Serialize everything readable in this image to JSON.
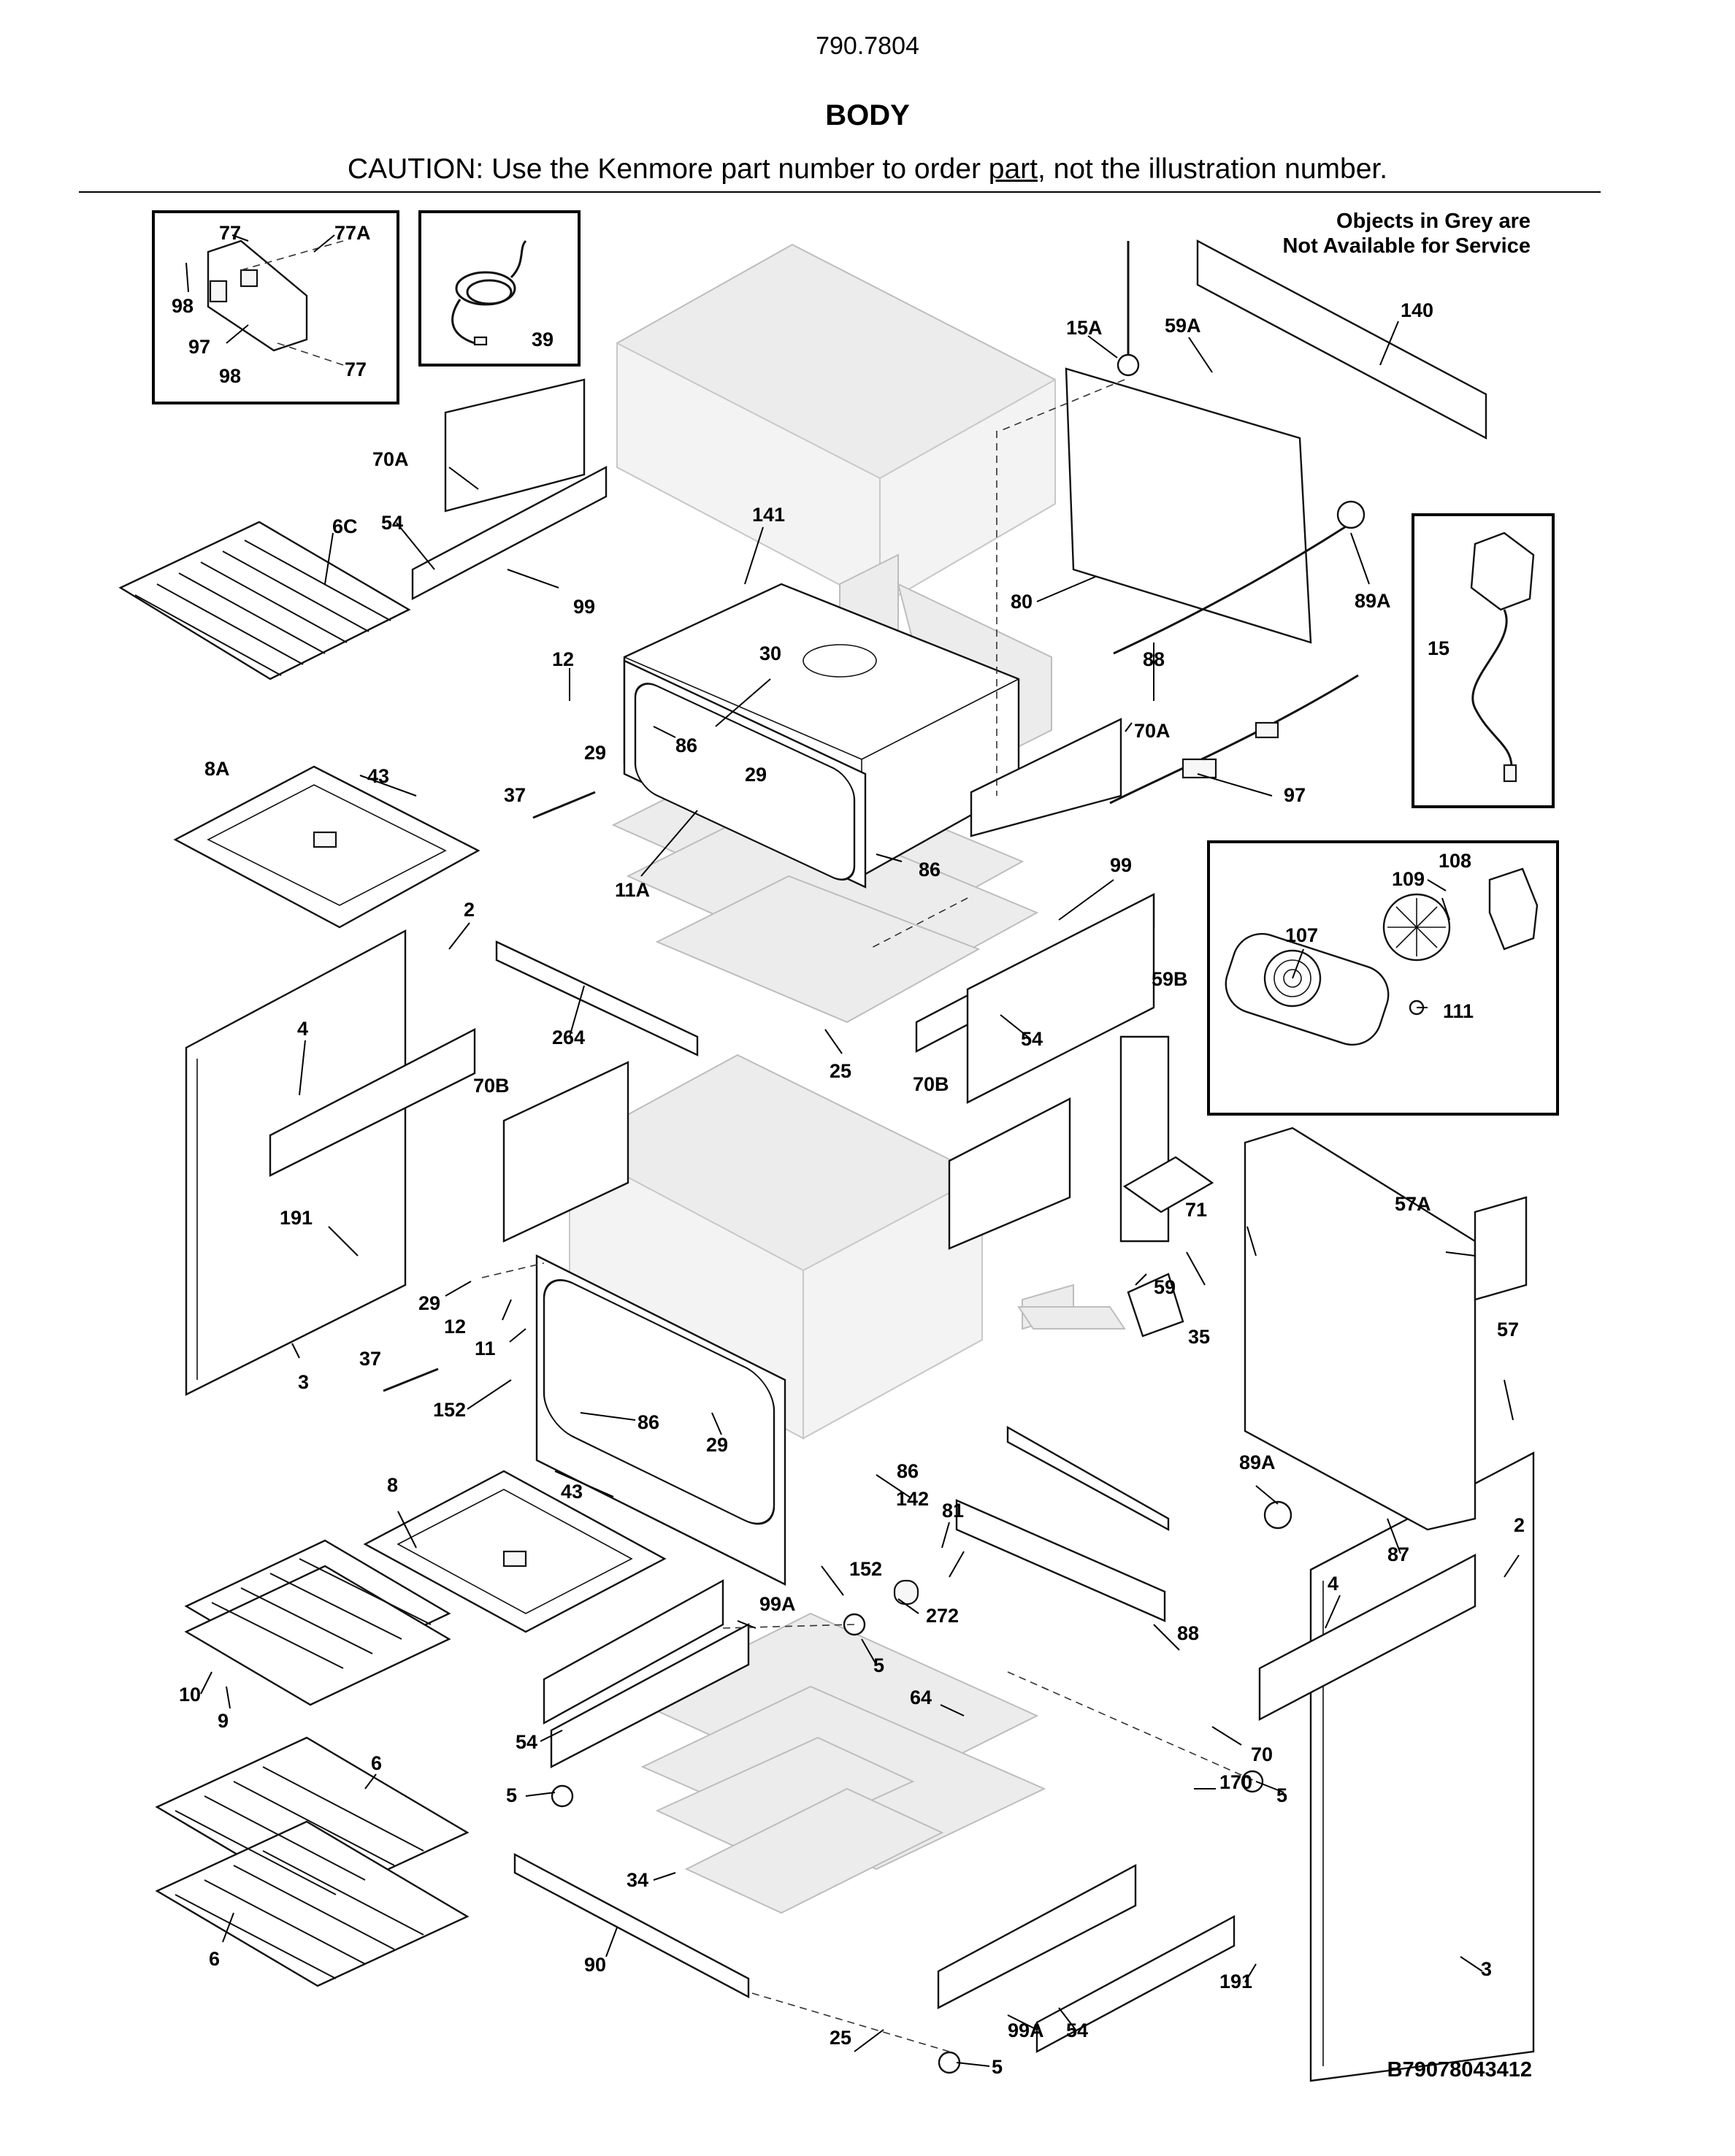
{
  "header": {
    "doc_number": "790.7804",
    "title": "BODY",
    "caution_before": "CAUTION: Use the Kenmore part number to order ",
    "caution_link": "part",
    "caution_after": ", not the illustration number."
  },
  "note": {
    "line1": "Objects in Grey are",
    "line2": "Not Available for Service"
  },
  "footer": {
    "diagram_code": "B79078043412"
  },
  "callouts": {
    "c77a": "77",
    "c77b": "77A",
    "c98a": "98",
    "c97a": "97",
    "c98b": "98",
    "c77c": "77",
    "c39": "39",
    "c70A_1": "70A",
    "c54_1": "54",
    "c6C": "6C",
    "c99_1": "99",
    "c141": "141",
    "c12_1": "12",
    "c30": "30",
    "c29_1": "29",
    "c86_1": "86",
    "c29_2": "29",
    "c8A": "8A",
    "c43_1": "43",
    "c37_1": "37",
    "c11A": "11A",
    "c86_2": "86",
    "c15A": "15A",
    "c59A": "59A",
    "c140": "140",
    "c80": "80",
    "c88_1": "88",
    "c89A_1": "89A",
    "c15": "15",
    "c70A_2": "70A",
    "c97b": "97",
    "c99_2": "99",
    "c54_2": "54",
    "c25_1": "25",
    "c108": "108",
    "c109": "109",
    "c107": "107",
    "c111": "111",
    "c2_1": "2",
    "c264": "264",
    "c4_1": "4",
    "c70B_1": "70B",
    "c70B_2": "70B",
    "c59B": "59B",
    "c191_1": "191",
    "c3_1": "3",
    "c29_3": "29",
    "c12_2": "12",
    "c11": "11",
    "c37_2": "37",
    "c152_1": "152",
    "c86_3": "86",
    "c29_4": "29",
    "c59": "59",
    "c71": "71",
    "c57A": "57A",
    "c35": "35",
    "c57": "57",
    "c8": "8",
    "c43_2": "43",
    "c86_4": "86",
    "c142": "142",
    "c81": "81",
    "c152_2": "152",
    "c89A_2": "89A",
    "c87": "87",
    "c272": "272",
    "c99A_1": "99A",
    "c5_1": "5",
    "c88_2": "88",
    "c2_2": "2",
    "c4_2": "4",
    "c10": "10",
    "c9": "9",
    "c54_3": "54",
    "c64": "64",
    "c70": "70",
    "c6_1": "6",
    "c5_2": "5",
    "c170": "170",
    "c5_3": "5",
    "c34": "34",
    "c6_2": "6",
    "c90": "90",
    "c99A_2": "99A",
    "c54_4": "54",
    "c191_2": "191",
    "c3_2": "3",
    "c25_2": "25",
    "c5_4": "5"
  }
}
